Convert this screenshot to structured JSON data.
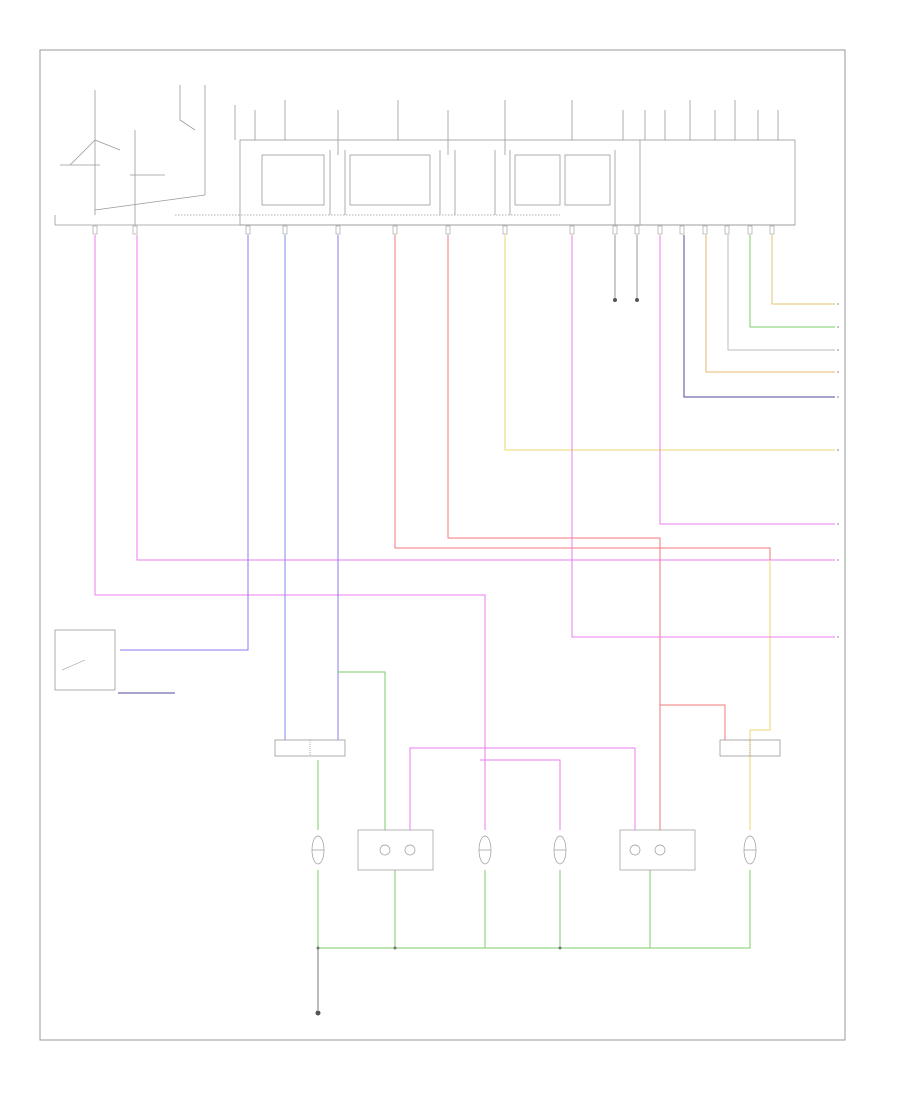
{
  "diagram": {
    "footer_code": "",
    "colors": {
      "pink": "#ee7cee",
      "violet": "#8a7cf0",
      "blue": "#7c8df2",
      "red": "#f07a7a",
      "green": "#7ccc6a",
      "yellow": "#e8d86a",
      "orange": "#e6b870",
      "navy": "#4a4a9a",
      "gray": "#aaaaaa",
      "frame": "#999999"
    },
    "right_outputs": [
      {
        "label": "",
        "color": "yellow"
      },
      {
        "label": "",
        "color": "green"
      },
      {
        "label": "",
        "color": "gray"
      },
      {
        "label": "",
        "color": "orange"
      },
      {
        "label": "",
        "color": "navy"
      },
      {
        "label": "",
        "color": "yellow"
      },
      {
        "label": "",
        "color": "pink"
      },
      {
        "label": "",
        "color": "pink"
      },
      {
        "label": "",
        "color": "pink"
      }
    ],
    "lamps": [
      {
        "name": "lamp-left-low"
      },
      {
        "name": "lamp-left-high-dual"
      },
      {
        "name": "lamp-left-park"
      },
      {
        "name": "lamp-right-park"
      },
      {
        "name": "lamp-right-high-dual"
      },
      {
        "name": "lamp-right-low"
      }
    ]
  }
}
